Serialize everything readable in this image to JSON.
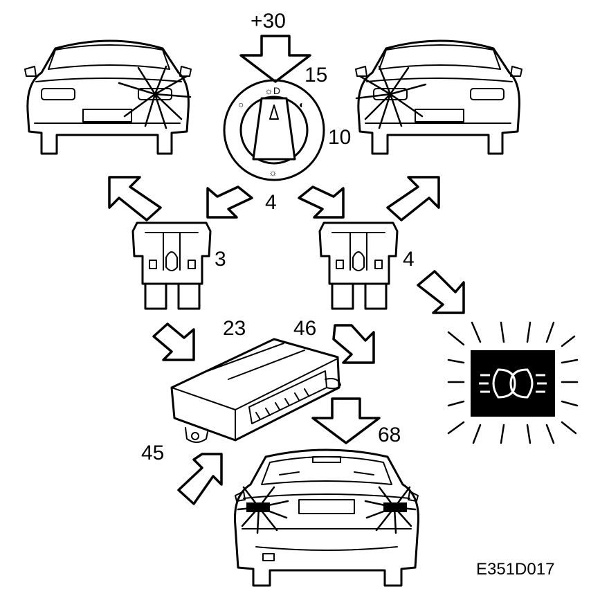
{
  "labels": {
    "supply": "+30",
    "switch_terminal_top": "15",
    "switch_terminal_right": "10",
    "switch_terminal_bottom": "4",
    "fuse_left": "3",
    "fuse_right": "4",
    "module_left_input": "23",
    "module_right_input": "46",
    "module_output_left": "45",
    "module_output_rear": "68",
    "figure_code": "E351D017"
  },
  "colors": {
    "ink": "#000000",
    "paper": "#ffffff"
  },
  "icons": {
    "headlight_switch": "rotary-light-switch-icon",
    "indicator": "headlight-indicator-icon"
  }
}
